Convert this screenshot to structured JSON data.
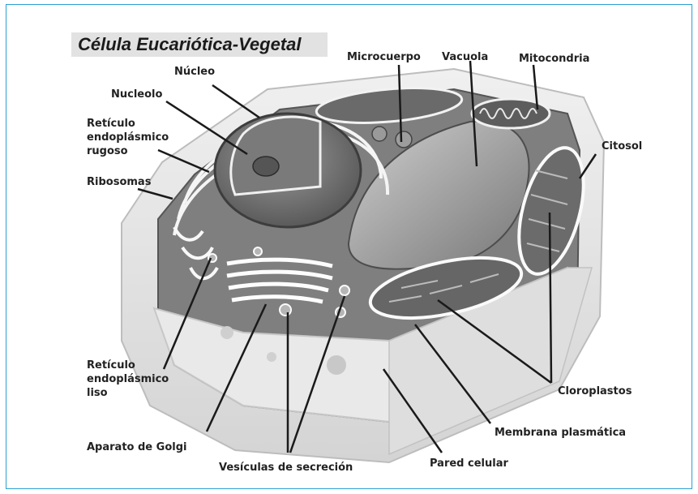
{
  "title": "Célula Eucariótica-Vegetal",
  "labels": {
    "nucleo": "Núcleo",
    "nucleolo": "Nucleolo",
    "rer": [
      "Retículo",
      "endoplásmico",
      "rugoso"
    ],
    "ribosomas": "Ribosomas",
    "microcuerpo": "Microcuerpo",
    "vacuola": "Vacuola",
    "mitocondria": "Mitocondria",
    "citosol": "Citosol",
    "rel": [
      "Retículo",
      "endoplásmico",
      "liso"
    ],
    "golgi": "Aparato de Golgi",
    "vesiculas": "Vesículas de secreción",
    "pared": "Pared celular",
    "membrana": "Membrana plasmática",
    "cloroplastos": "Cloroplastos"
  },
  "colors": {
    "frame": "#2aa0cf",
    "title_box": "#e2e2e2",
    "cell": "#8a8a8a"
  }
}
